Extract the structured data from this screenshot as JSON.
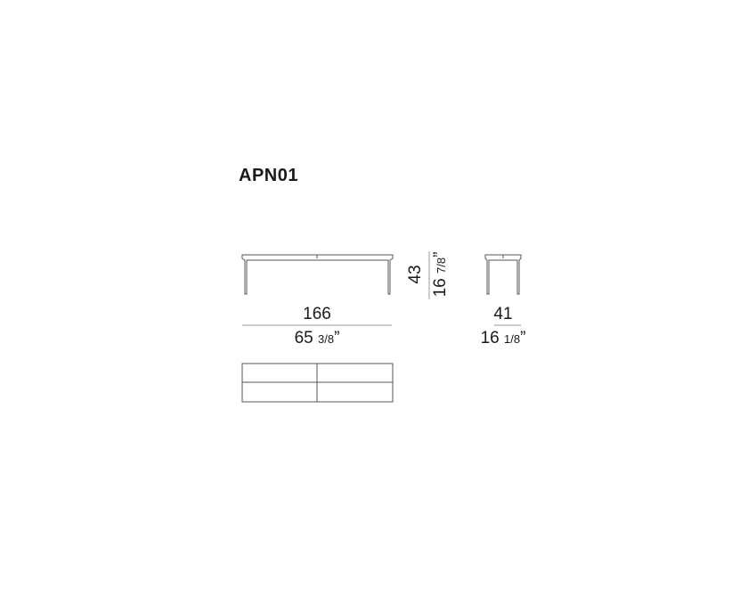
{
  "model_code": "APN01",
  "dimensions": {
    "width_cm": "166",
    "width_in_whole": "65",
    "width_in_frac": "3/8",
    "height_cm": "43",
    "height_in_whole": "16",
    "height_in_frac": "7/8",
    "depth_cm": "41",
    "depth_in_whole": "16",
    "depth_in_frac": "1/8",
    "inch_mark": "”"
  },
  "colors": {
    "line": "#555555",
    "text": "#1a1a1a"
  }
}
